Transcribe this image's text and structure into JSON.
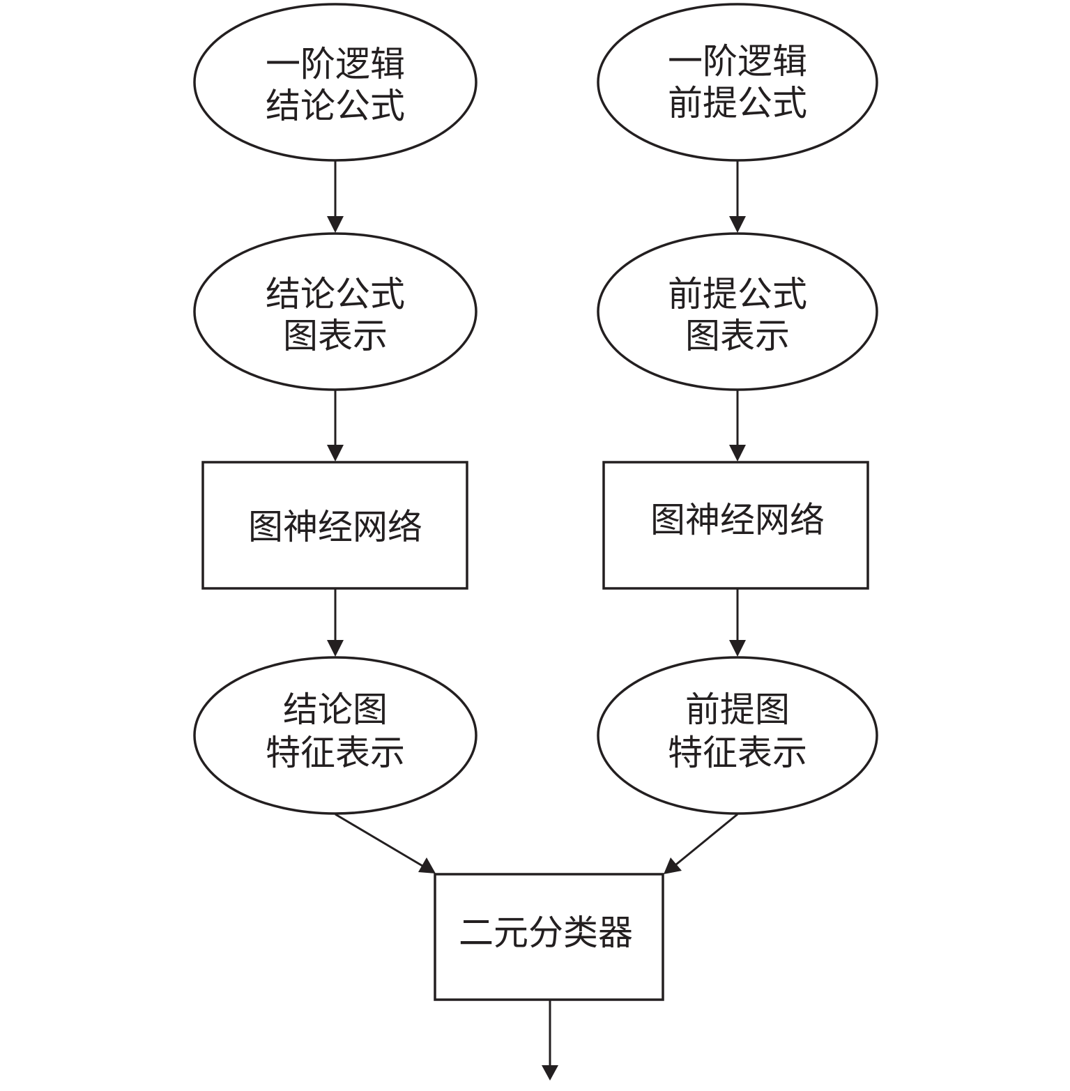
{
  "nodes": {
    "conclusion_formula": {
      "shape": "ellipse",
      "lines": [
        "一阶逻辑",
        "结论公式"
      ]
    },
    "premise_formula": {
      "shape": "ellipse",
      "lines": [
        "一阶逻辑",
        "前提公式"
      ]
    },
    "conclusion_graph": {
      "shape": "ellipse",
      "lines": [
        "结论公式",
        "图表示"
      ]
    },
    "premise_graph": {
      "shape": "ellipse",
      "lines": [
        "前提公式",
        "图表示"
      ]
    },
    "conclusion_gnn": {
      "shape": "rect",
      "lines": [
        "图神经网络"
      ]
    },
    "premise_gnn": {
      "shape": "rect",
      "lines": [
        "图神经网络"
      ]
    },
    "conclusion_features": {
      "shape": "ellipse",
      "lines": [
        "结论图",
        "特征表示"
      ]
    },
    "premise_features": {
      "shape": "ellipse",
      "lines": [
        "前提图",
        "特征表示"
      ]
    },
    "classifier": {
      "shape": "rect",
      "lines": [
        "二元分类器"
      ]
    }
  },
  "edges": [
    {
      "from": "conclusion_formula",
      "to": "conclusion_graph"
    },
    {
      "from": "premise_formula",
      "to": "premise_graph"
    },
    {
      "from": "conclusion_graph",
      "to": "conclusion_gnn"
    },
    {
      "from": "premise_graph",
      "to": "premise_gnn"
    },
    {
      "from": "conclusion_gnn",
      "to": "conclusion_features"
    },
    {
      "from": "premise_gnn",
      "to": "premise_features"
    },
    {
      "from": "conclusion_features",
      "to": "classifier"
    },
    {
      "from": "premise_features",
      "to": "classifier"
    },
    {
      "from": "classifier",
      "to": "output"
    }
  ],
  "colors": {
    "stroke": "#231f20",
    "fill": "#ffffff",
    "text": "#231f20"
  }
}
